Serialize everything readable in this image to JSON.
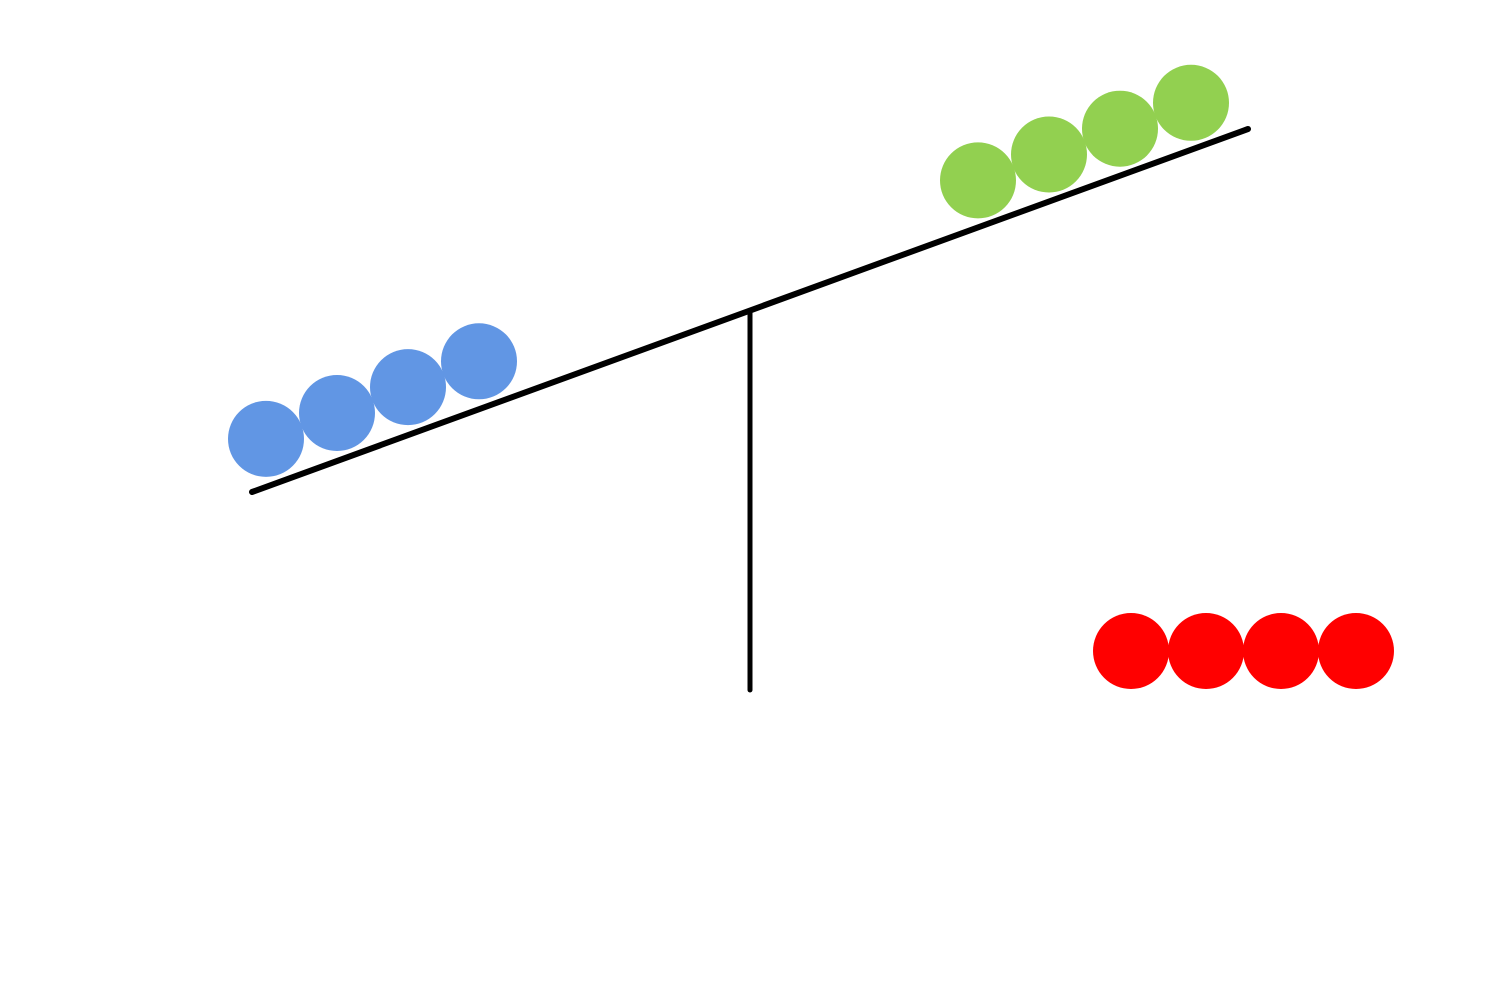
{
  "balance": {
    "beam_color": "#000000",
    "fulcrum_color": "#000000",
    "tilt": "left-side-down",
    "left_pan": {
      "ball_count": 4,
      "ball_color": "#6196e4"
    },
    "right_pan": {
      "ball_count": 4,
      "ball_color": "#92d050"
    }
  },
  "loose_balls": {
    "ball_count": 4,
    "ball_color": "#ff0000"
  }
}
